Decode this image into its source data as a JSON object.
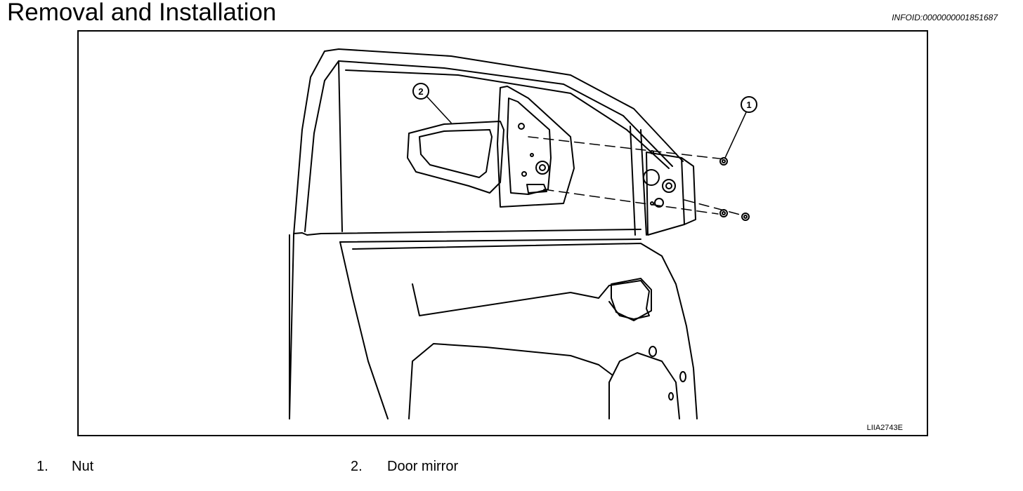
{
  "header": {
    "title": "Removal and Installation",
    "info_id": "INFOID:0000000001851687"
  },
  "figure": {
    "figure_id": "LIIA2743E",
    "callouts": [
      "1",
      "2"
    ]
  },
  "legend": [
    {
      "number": "1.",
      "label": "Nut"
    },
    {
      "number": "2.",
      "label": "Door mirror"
    }
  ]
}
